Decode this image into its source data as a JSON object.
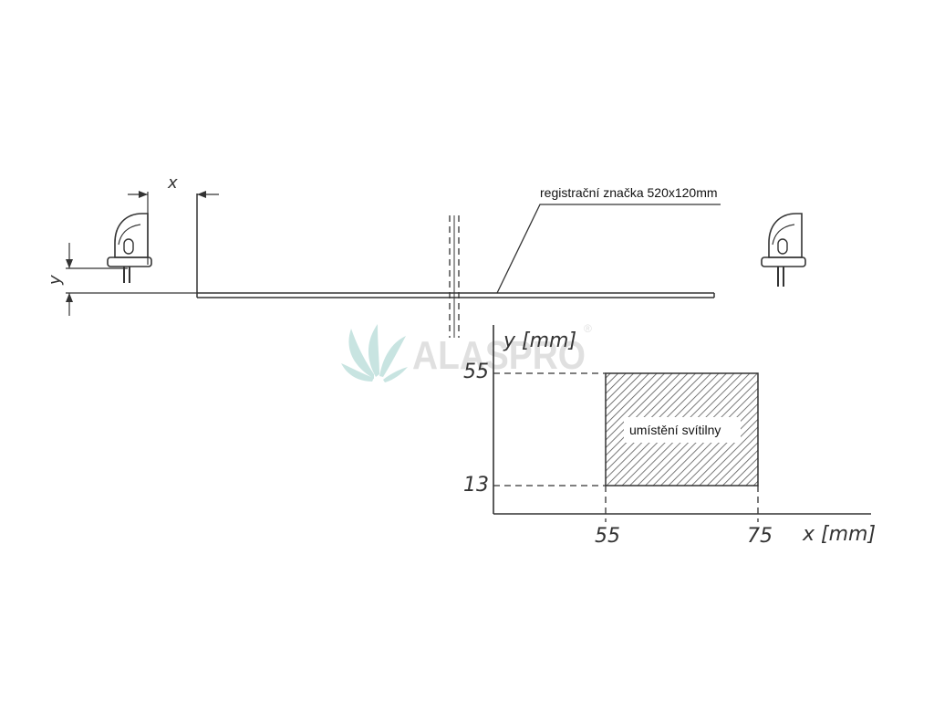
{
  "plate_label": "registrační značka 520x120mm",
  "offset_x_label": "x",
  "offset_y_label": "y",
  "watermark": "ALASPRO",
  "watermark_mark": "®",
  "area_label": "umístění svítilny",
  "graph": {
    "ylabel": "y [mm]",
    "xlabel": "x [mm]",
    "y_ticks": [
      "55",
      "13"
    ],
    "x_ticks": [
      "55",
      "75"
    ]
  }
}
